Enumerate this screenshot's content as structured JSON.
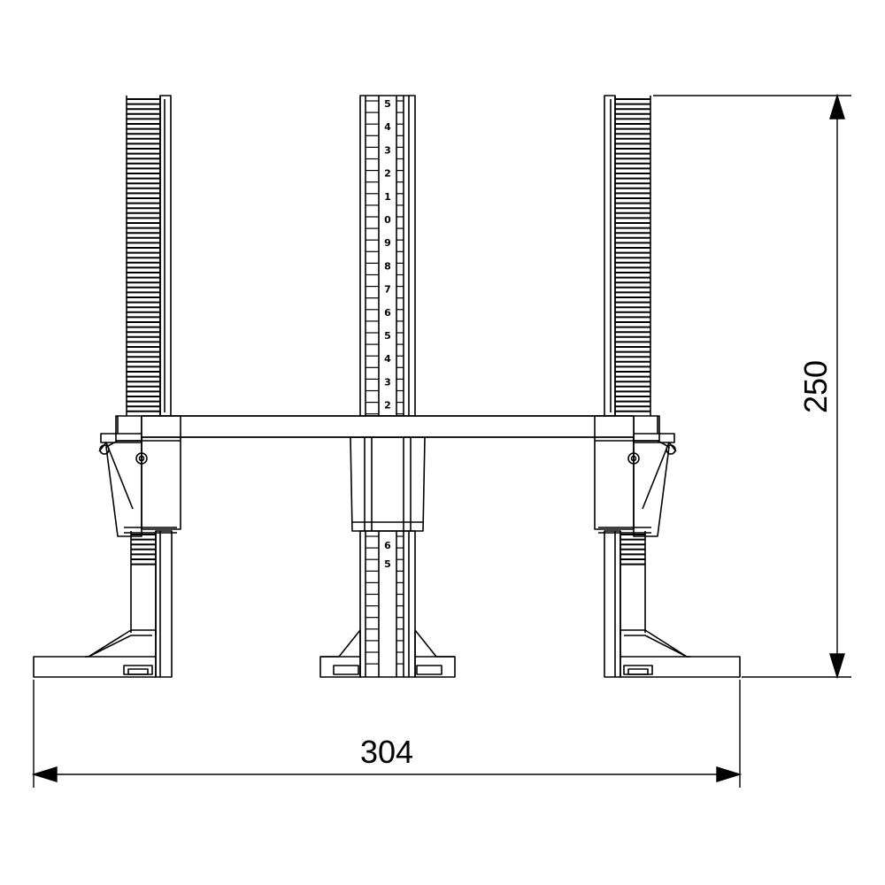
{
  "dimensions": {
    "width_label": "304",
    "height_label": "250"
  },
  "scale_upper": [
    "5",
    "4",
    "3",
    "2",
    "1",
    "0",
    "9",
    "8",
    "7",
    "6",
    "5",
    "4",
    "3",
    "2"
  ],
  "scale_lower": [
    "6",
    "5"
  ],
  "colors": {
    "line": "#000000",
    "background": "#ffffff"
  }
}
